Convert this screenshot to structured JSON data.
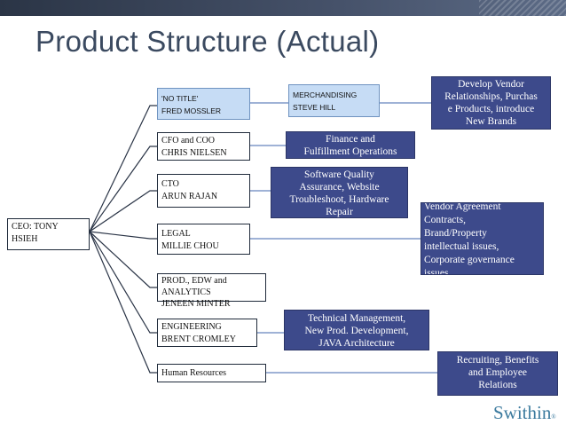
{
  "title": "Product Structure (Actual)",
  "brand": {
    "name": "Swithin",
    "mark": "®"
  },
  "ceo": {
    "line1": "CEO: TONY",
    "line2": "HSIEH"
  },
  "reports": [
    {
      "id": "no-title",
      "line1": "'NO TITLE'",
      "line2": "FRED MOSSLER"
    },
    {
      "id": "cfo",
      "line1": "CFO and COO",
      "line2": "CHRIS NIELSEN"
    },
    {
      "id": "cto",
      "line1": "CTO",
      "line2": "ARUN RAJAN"
    },
    {
      "id": "legal",
      "line1": "LEGAL",
      "line2": "MILLIE CHOU"
    },
    {
      "id": "prod",
      "line1": "PROD., EDW and",
      "line2": "ANALYTICS",
      "line3": "JENEEN MINTER"
    },
    {
      "id": "engineering",
      "line1": "ENGINEERING",
      "line2": "BRENT CROMLEY"
    },
    {
      "id": "hr",
      "line1": "Human Resources"
    }
  ],
  "merchandising": {
    "line1": "MERCHANDISING",
    "line2": "STEVE HILL"
  },
  "tasks": {
    "vendor": {
      "line1": "Develop Vendor",
      "line2": "Relationships, Purchas",
      "line3": "e Products, introduce",
      "line4": "New Brands"
    },
    "finance": {
      "line1": "Finance and",
      "line2": "Fulfillment Operations"
    },
    "software": {
      "line1": "Software Quality",
      "line2": "Assurance, Website",
      "line3": "Troubleshoot, Hardware",
      "line4": "Repair"
    },
    "legal": {
      "line1": "Vendor Agreement",
      "line2": "Contracts,",
      "line3": "Brand/Property",
      "line4": "intellectual issues,",
      "line5": "Corporate governance",
      "line6": "issues"
    },
    "technical": {
      "line1": "Technical Management,",
      "line2": "New Prod. Development,",
      "line3": "JAVA Architecture"
    },
    "hr": {
      "line1": "Recruiting, Benefits",
      "line2": "and Employee",
      "line3": "Relations"
    }
  },
  "colors": {
    "task_fill": "#3d4a8b",
    "highlight_fill": "#c6dcf5",
    "title": "#3b4a60",
    "brand": "#3b7a9e"
  }
}
